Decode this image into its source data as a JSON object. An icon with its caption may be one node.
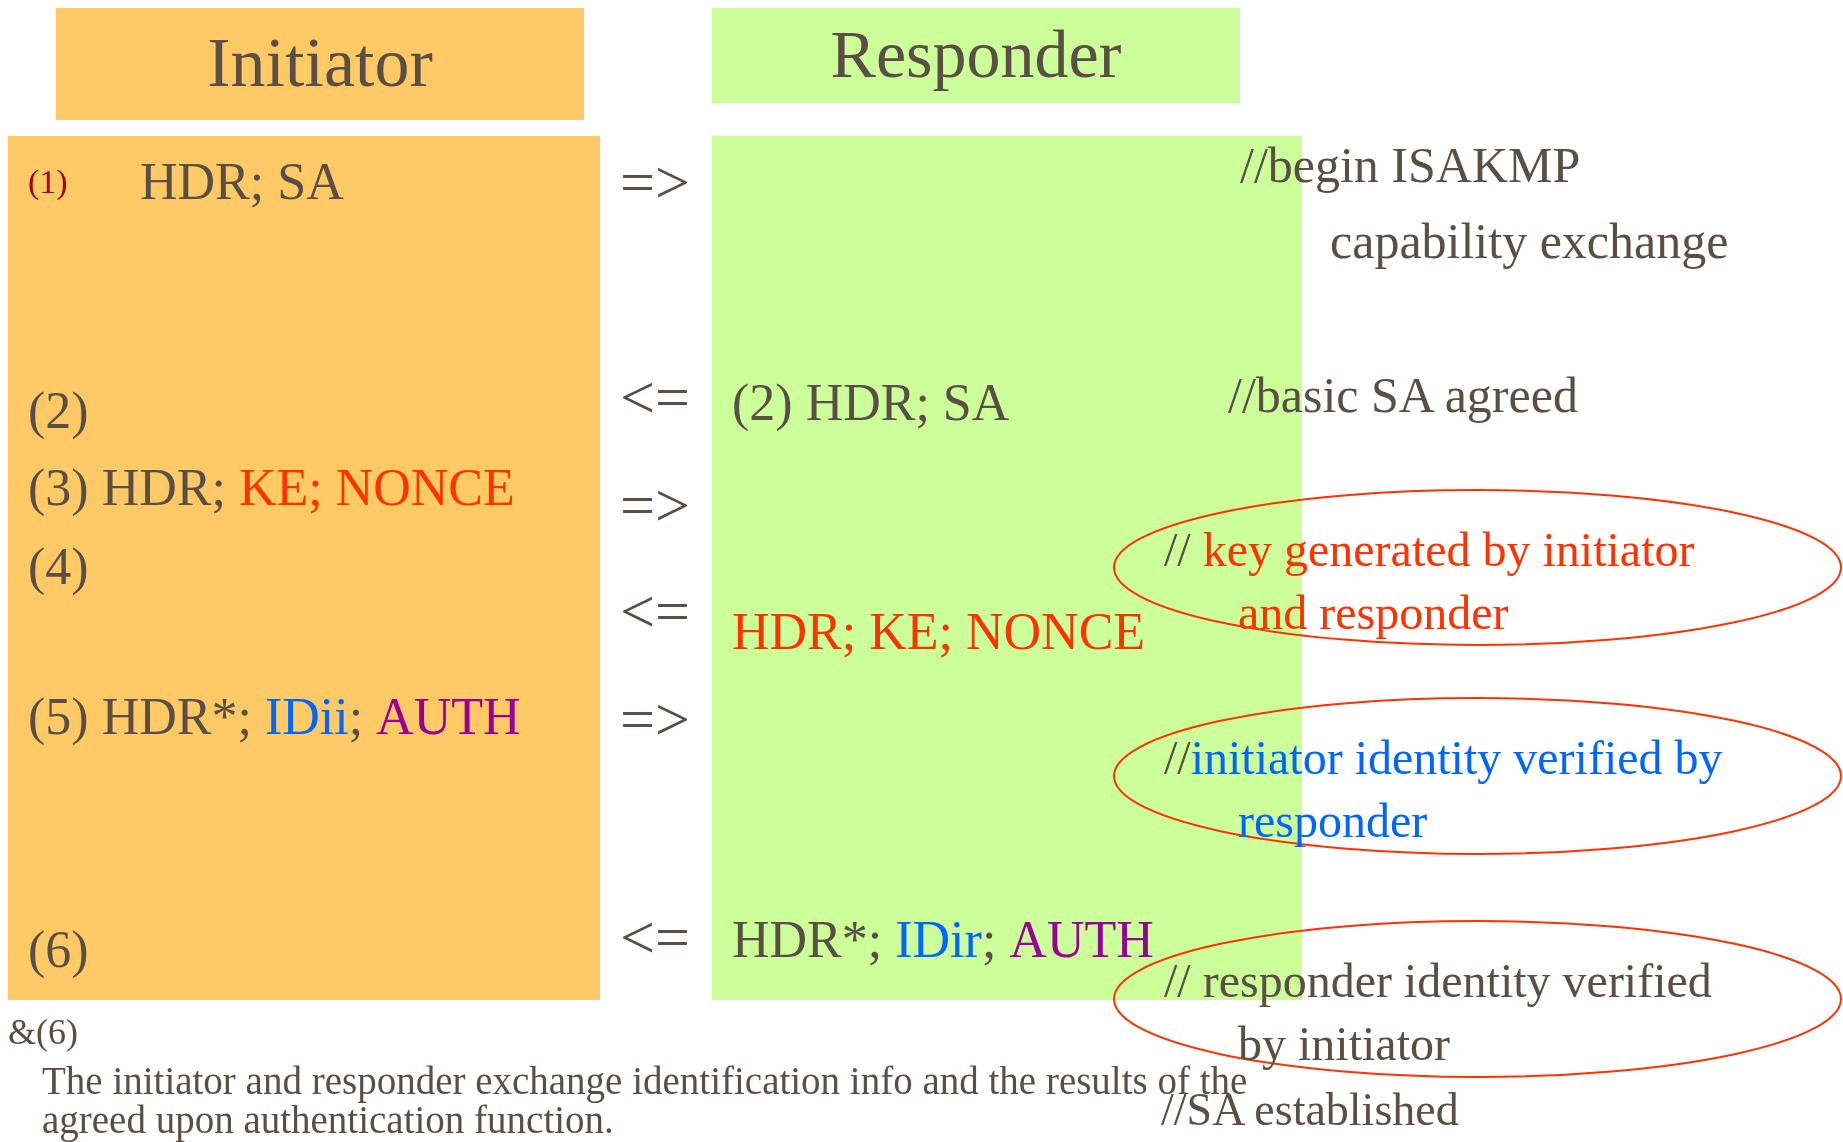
{
  "diagram": {
    "nodes": [
      {
        "text": [
          "Initiator"
        ]
      },
      {
        "text": [
          "Responder"
        ]
      },
      {
        "text": [
          "(1)",
          "HDR; SA",
          "(2)",
          "(3) HDR;",
          "KE; NONCE",
          "(4)",
          "(5) HDR*;",
          "IDii",
          ";",
          "AUTH",
          "(6)"
        ]
      },
      {
        "text": [
          "(2) HDR; SA",
          "HDR; KE; NONCE",
          "HDR*;",
          "IDir",
          ";",
          "AUTH"
        ]
      },
      {
        "text": [
          "//",
          "key generated by initiator and responder"
        ]
      },
      {
        "text": [
          "//",
          "initiator identity verified by responder"
        ]
      },
      {
        "text": [
          "// responder identity verified by initiator"
        ]
      }
    ],
    "labels": [
      "=>",
      "//begin ISAKMP capability exchange",
      "<=",
      "//basic SA agreed",
      "=>",
      "<=",
      "=>",
      "<=",
      "&(6)",
      "The initiator and responder exchange identification info and the results of the agreed upon authentication function.",
      "//SA established"
    ]
  }
}
